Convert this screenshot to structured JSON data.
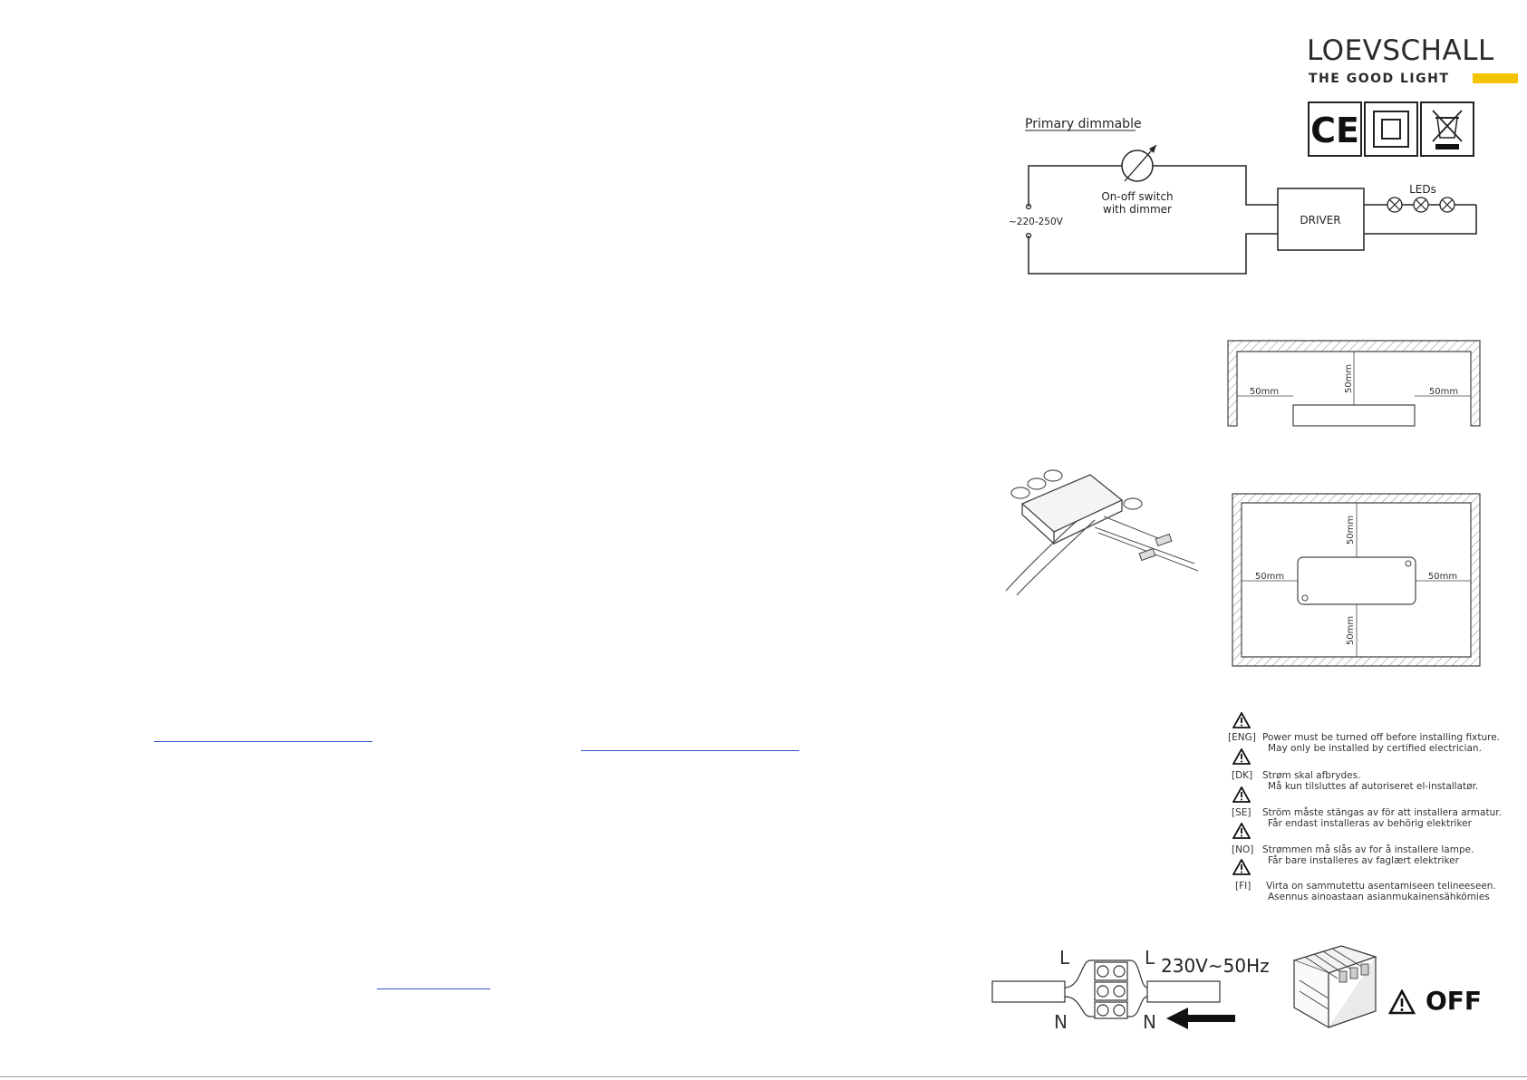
{
  "brand": {
    "name": "LOEVSCHALL",
    "tagline": "THE GOOD LIGHT",
    "accent_color": "#f5c400"
  },
  "certifications": {
    "icons": [
      "ce-mark-icon",
      "class-ii-double-insulation-icon",
      "weee-crossed-bin-icon"
    ],
    "ce_label": "CE"
  },
  "wiring": {
    "title": "Primary dimmable",
    "voltage": "~220-250V",
    "switch_label_line1": "On-off switch",
    "switch_label_line2": "with dimmer",
    "driver_label": "DRIVER",
    "leds_label": "LEDs"
  },
  "clearance": {
    "side_view": {
      "left": "50mm",
      "top": "50mm",
      "right": "50mm"
    },
    "top_view": {
      "left": "50mm",
      "top": "50mm",
      "right": "50mm",
      "bottom": "50mm"
    }
  },
  "warnings": [
    {
      "code": "[ENG]",
      "line1": "Power must be turned off before installing fixture.",
      "line2": "May only be installed by certified electrician."
    },
    {
      "code": "[DK]",
      "line1": "Strøm skal afbrydes.",
      "line2": "Må kun tilsluttes af autoriseret el-installatør."
    },
    {
      "code": "[SE]",
      "line1": "Ström måste stängas av för att installera armatur.",
      "line2": "Får endast installeras av behörig elektriker"
    },
    {
      "code": "[NO]",
      "line1": "Strømmen må slås av for å installere lampe.",
      "line2": "Får bare installeres av faglært elektriker"
    },
    {
      "code": "[FI]",
      "line1": "Virta on sammutettu asentamiseen telineeseen.",
      "line2": "Asennus ainoastaan asianmukainensähkömies"
    }
  ],
  "connection": {
    "live_left": "L",
    "live_right": "L",
    "neutral_left": "N",
    "neutral_right": "N",
    "mains": "230V~50Hz",
    "off_label": "OFF"
  }
}
